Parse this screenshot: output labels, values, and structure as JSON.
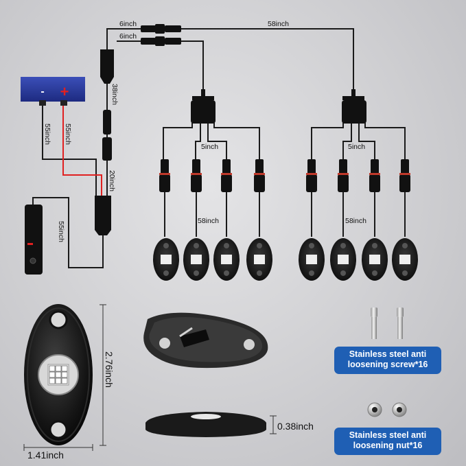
{
  "wiring": {
    "top_cable_1": "6inch",
    "top_cable_2": "6inch",
    "long_cable": "58inch",
    "main_cable": "38inch",
    "neg_lead": "55inch",
    "pos_lead": "55inch",
    "switch_link": "20inch",
    "switch_cable": "55inch",
    "split_left": "5inch",
    "split_right": "5inch",
    "pod_left": "58inch",
    "pod_right": "58inch",
    "battery_neg": "-",
    "battery_pos": "+"
  },
  "dimensions": {
    "height": "2.76inch",
    "width": "1.41inch",
    "thickness": "0.38inch"
  },
  "hardware": {
    "screw_caption": "Stainless steel anti loosening screw*16",
    "nut_caption": "Stainless steel anti loosening nut*16"
  },
  "colors": {
    "badge": "#1f5fb4",
    "battery": "#2a3b9a",
    "positive_wire": "#e02020",
    "cable": "#1a1a1a"
  }
}
